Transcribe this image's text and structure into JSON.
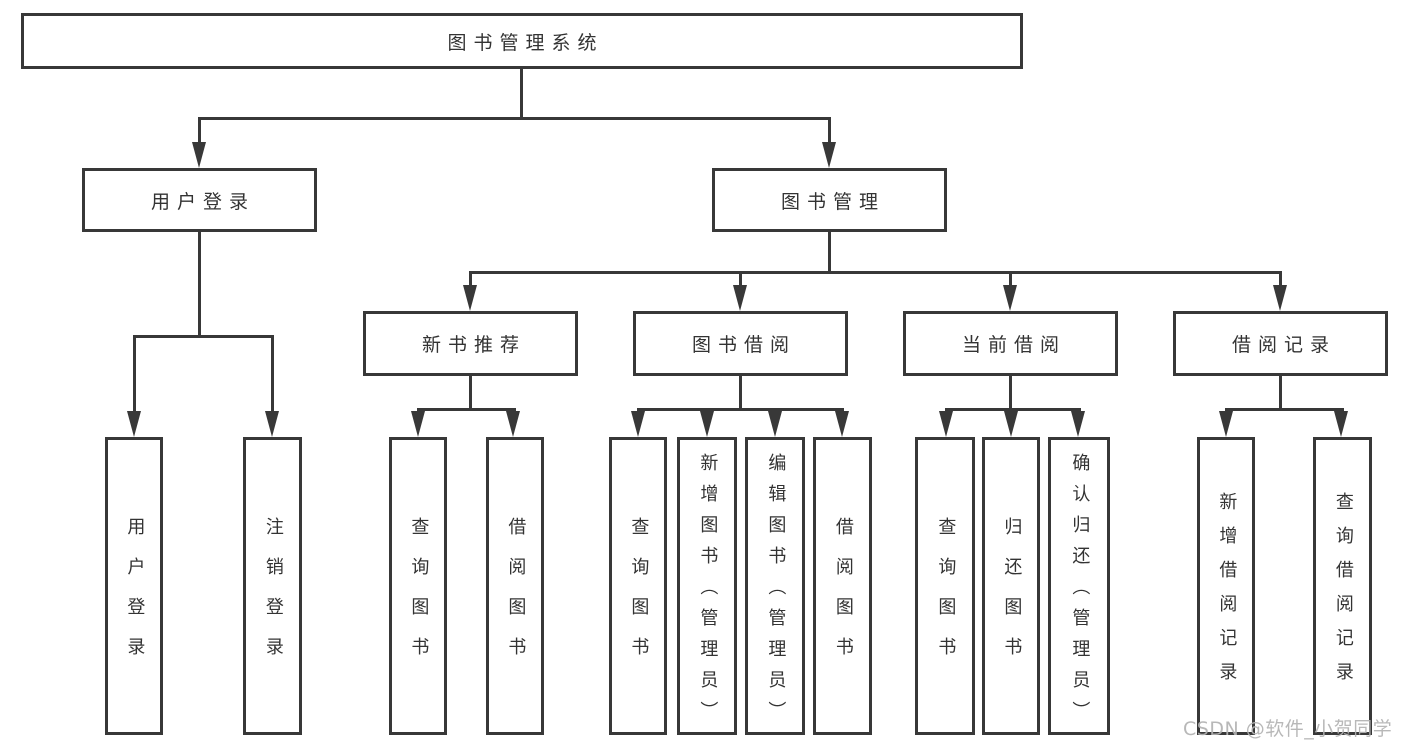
{
  "diagram": {
    "root_label": "图书管理系统",
    "level2": [
      {
        "label": "用户登录",
        "leaves": [
          "用户登录",
          "注销登录"
        ]
      },
      {
        "label": "图书管理",
        "groups": [
          {
            "label": "新书推荐",
            "leaves": [
              "查询图书",
              "借阅图书"
            ]
          },
          {
            "label": "图书借阅",
            "leaves": [
              "查询图书",
              "新增图书（管理员）",
              "编辑图书（管理员）",
              "借阅图书"
            ]
          },
          {
            "label": "当前借阅",
            "leaves": [
              "查询图书",
              "归还图书",
              "确认归还（管理员）"
            ]
          },
          {
            "label": "借阅记录",
            "leaves": [
              "新增借阅记录",
              "查询借阅记录"
            ]
          }
        ]
      }
    ]
  },
  "watermark": {
    "text": "CSDN @软件_小贺同学"
  },
  "colors": {
    "line": "#383838",
    "text": "#333333",
    "watermark": "#b3b3b3",
    "background": "#ffffff"
  }
}
